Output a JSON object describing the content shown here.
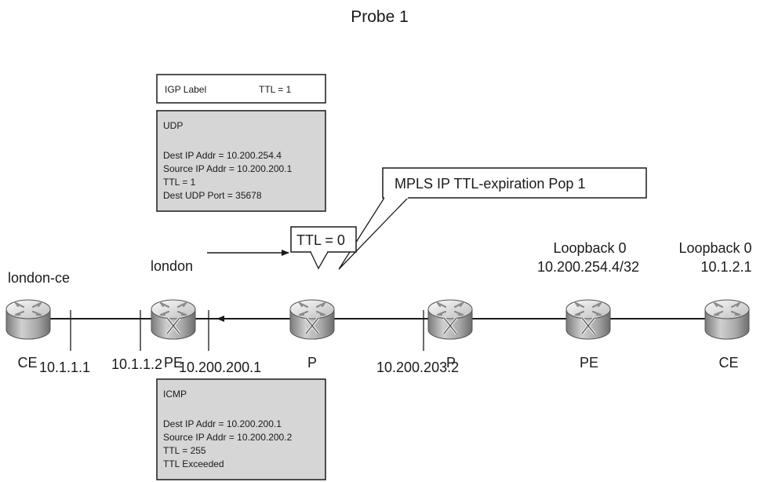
{
  "title": "Probe 1",
  "label_box": {
    "label": "IGP Label",
    "ttl": "TTL = 1"
  },
  "udp_packet": {
    "header": "UDP",
    "lines": [
      "Dest IP Addr = 10.200.254.4",
      "Source IP Addr = 10.200.200.1",
      "TTL = 1",
      "Dest UDP Port = 35678"
    ]
  },
  "icmp_packet": {
    "header": "ICMP",
    "lines": [
      "Dest IP Addr = 10.200.200.1",
      "Source IP Addr = 10.200.200.2",
      "TTL = 255",
      "TTL Exceeded"
    ]
  },
  "callout_mpls": "MPLS IP TTL-expiration Pop 1",
  "callout_ttl": "TTL = 0",
  "routers": [
    {
      "name": "london-ce",
      "role": "CE"
    },
    {
      "name": "london",
      "role": "PE"
    },
    {
      "name": "",
      "role": "P"
    },
    {
      "name": "",
      "role": "P"
    },
    {
      "name": "",
      "role": "PE"
    },
    {
      "name": "",
      "role": "CE"
    }
  ],
  "loopbacks": [
    {
      "line1": "Loopback 0",
      "line2": "10.200.254.4/32"
    },
    {
      "line1": "Loopback 0",
      "line2": "10.1.2.1"
    }
  ],
  "interfaces": [
    "10.1.1.1",
    "10.1.1.2",
    "10.200.200.1",
    "10.200.203.2"
  ],
  "colors": {
    "packet_fill": "#d6d6d6",
    "router_light": "#f2f2f2",
    "router_dark": "#8c8c8c",
    "line": "#1a1a1a"
  },
  "icons": {
    "router": "router-icon",
    "mpls_router": "mpls-router-icon"
  }
}
